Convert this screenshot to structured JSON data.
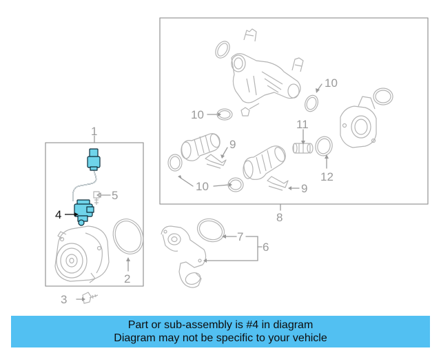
{
  "callouts": {
    "c1": "1",
    "c2": "2",
    "c3": "3",
    "c4": "4",
    "c5": "5",
    "c6": "6",
    "c7": "7",
    "c8": "8",
    "c9a": "9",
    "c9b": "9",
    "c10a": "10",
    "c10b": "10",
    "c10c": "10",
    "c11": "11",
    "c12": "12"
  },
  "banner": {
    "line1": "Part or sub-assembly is #4 in diagram",
    "line2": "Diagram may not be specific to your vehicle"
  },
  "colors": {
    "highlight": "#6fd4ea",
    "banner": "#52c0f2",
    "outline": "#b4b4b4"
  }
}
